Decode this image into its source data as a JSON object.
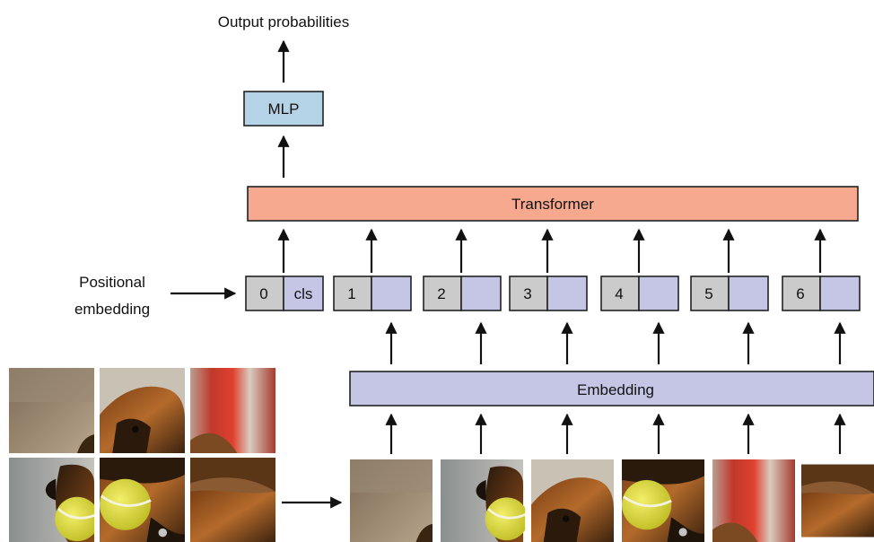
{
  "output_label": "Output probabilities",
  "mlp_label": "MLP",
  "transformer_label": "Transformer",
  "positional_label_line1": "Positional",
  "positional_label_line2": "embedding",
  "embedding_label": "Embedding",
  "tokens": [
    {
      "index": "0",
      "content": "cls"
    },
    {
      "index": "1",
      "content": ""
    },
    {
      "index": "2",
      "content": ""
    },
    {
      "index": "3",
      "content": ""
    },
    {
      "index": "4",
      "content": ""
    },
    {
      "index": "5",
      "content": ""
    },
    {
      "index": "6",
      "content": ""
    }
  ],
  "colors": {
    "mlp_fill": "#b5d3e7",
    "transformer_fill": "#f7a98f",
    "embedding_fill": "#c5c5e6",
    "index_fill": "#cbcbcb",
    "content_fill": "#c5c5e6",
    "stroke": "#222222"
  }
}
